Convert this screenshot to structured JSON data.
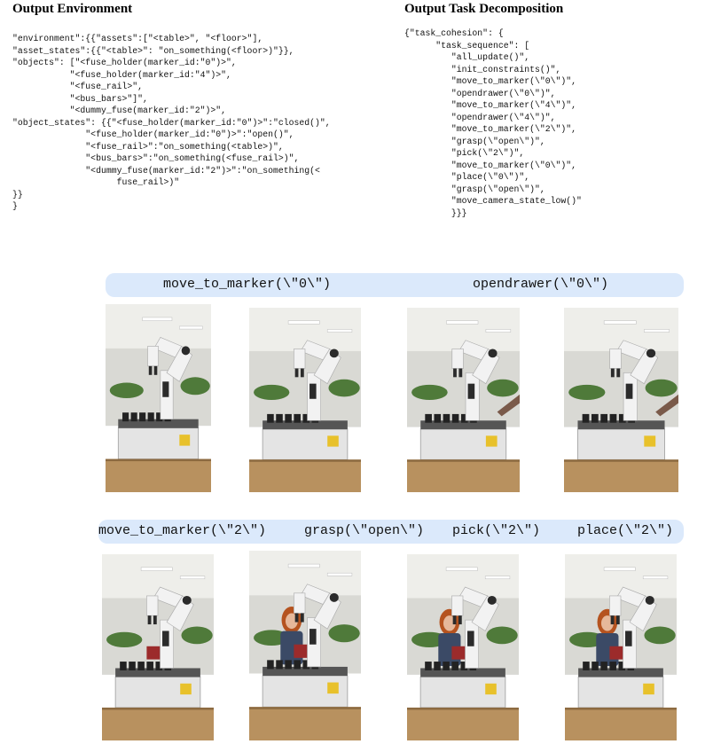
{
  "headings": {
    "environment": "Output Environment",
    "task": "Output Task Decomposition"
  },
  "environment_code": "\"environment\":{{\"assets\":[\"<table>\", \"<floor>\"],\n\"asset_states\":{{\"<table>\": \"on_something(<floor>)\"}},\n\"objects\": [\"<fuse_holder(marker_id:\"0\")>\",\n           \"<fuse_holder(marker_id:\"4\")>\",\n           \"<fuse_rail>\",\n           \"<bus_bars>\"]\",\n           \"<dummy_fuse(marker_id:\"2\")>\",\n\"object_states\": {{\"<fuse_holder(marker_id:\"0\")>\":\"closed()\",\n              \"<fuse_holder(marker_id:\"0\")>\":\"open()\",\n              \"<fuse_rail>\":\"on_something(<table>)\",\n              \"<bus_bars>\":\"on_something(<fuse_rail>)\",\n              \"<dummy_fuse(marker_id:\"2\")>\":\"on_something(<\n                    fuse_rail>)\"\n}}\n}",
  "task_code": "{\"task_cohesion\": {\n      \"task_sequence\": [\n         \"all_update()\",\n         \"init_constraints()\",\n         \"move_to_marker(\\\"0\\\")\",\n         \"opendrawer(\\\"0\\\")\",\n         \"move_to_marker(\\\"4\\\")\",\n         \"opendrawer(\\\"4\\\")\",\n         \"move_to_marker(\\\"2\\\")\",\n         \"grasp(\\\"open\\\")\",\n         \"pick(\\\"2\\\")\",\n         \"move_to_marker(\\\"0\\\")\",\n         \"place(\\\"0\\\")\",\n         \"grasp(\\\"open\\\")\",\n         \"move_camera_state_low()\"\n         }}}",
  "row1": {
    "labels": [
      "move_to_marker(\\\"0\\\")",
      "opendrawer(\\\"0\\\")"
    ]
  },
  "row2": {
    "labels": [
      "move_to_marker(\\\"2\\\")",
      "grasp(\\\"open\\\")",
      "pick(\\\"2\\\")",
      "place(\\\"2\\\")"
    ]
  },
  "colors": {
    "band": "#dbe9fb",
    "robot_white": "#f2f2f2",
    "robot_dark": "#2b2b2b",
    "table_wood": "#b8915f",
    "wall": "#d9d9d4",
    "ceiling": "#eeeeea",
    "plant_green": "#4f7a3a",
    "fuse_red": "#9c2b2b",
    "hair_orange": "#b5531f"
  }
}
